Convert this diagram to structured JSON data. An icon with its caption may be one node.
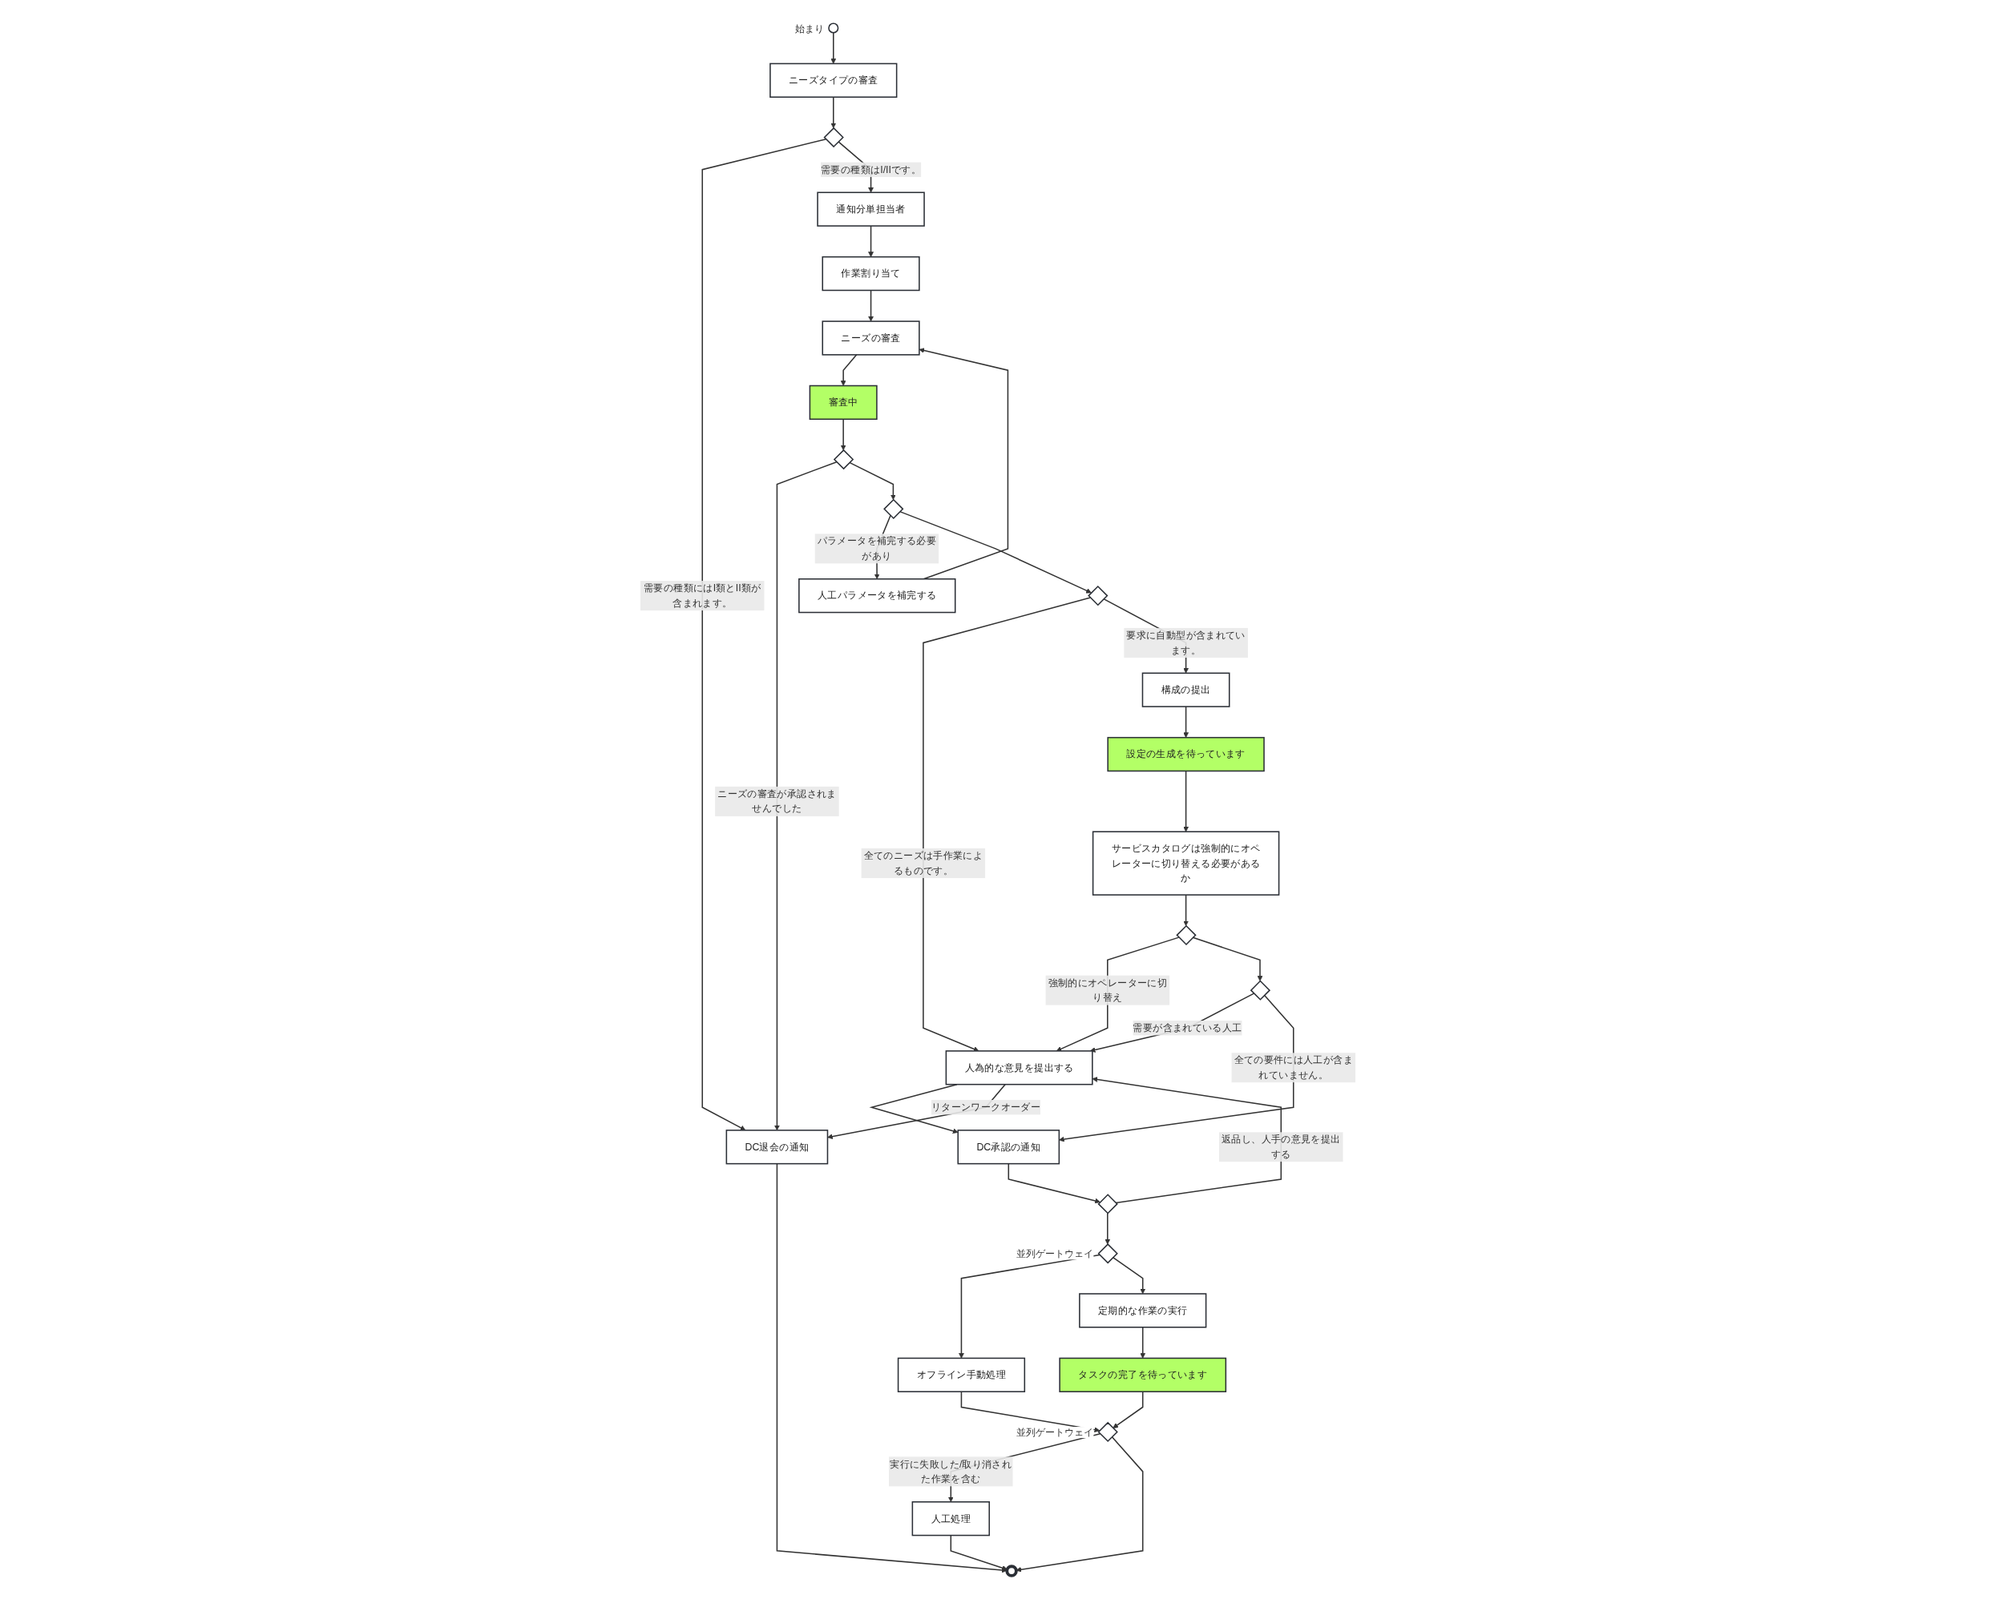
{
  "diagram": {
    "nodes": [
      {
        "text": [],
        "shape": "circle",
        "beside": [
          "始まり"
        ]
      },
      {
        "text": [
          "ニーズタイプの審査"
        ]
      },
      {
        "text": [],
        "shape": "diamond"
      },
      {
        "text": [
          "DC退会の通知"
        ]
      },
      {
        "text": [],
        "shape": "circle"
      },
      {
        "text": [
          "通知分単担当者"
        ]
      },
      {
        "text": [
          "作業割り当て"
        ]
      },
      {
        "text": [
          "人工処理"
        ]
      },
      {
        "text": [
          "ニーズの審査"
        ]
      },
      {
        "text": [
          "審査中"
        ]
      },
      {
        "text": [],
        "shape": "diamond",
        "beside": [
          "並列ゲートウェイ"
        ]
      },
      {
        "text": [],
        "shape": "diamond"
      },
      {
        "text": [
          "人工パラメータを補完する"
        ]
      },
      {
        "text": [],
        "shape": "diamond"
      },
      {
        "text": [
          "タスクの完了を待っています"
        ]
      },
      {
        "text": [],
        "shape": "diamond"
      },
      {
        "text": [
          "構成の提出"
        ]
      },
      {
        "text": [
          "設定の生成を待っています"
        ]
      },
      {
        "text": [
          "サービスカタログは強制的にオペレーターに切り替える必要があるか"
        ]
      },
      {
        "text": [
          "オフライン手動処理"
        ]
      },
      {
        "text": [
          "人為的な意見を提出する"
        ]
      },
      {
        "text": [
          "定期的な作業の実行"
        ]
      },
      {
        "text": [],
        "shape": "diamond"
      },
      {
        "text": [],
        "shape": "diamond"
      },
      {
        "text": [
          "DC承認の通知"
        ]
      },
      {
        "text": [],
        "shape": "diamond"
      },
      {
        "text": [],
        "shape": "diamond",
        "beside": [
          "並列ゲートウェイ"
        ]
      }
    ],
    "edges": [
      {
        "from": 0,
        "to": 1,
        "arrow": "to"
      },
      {
        "from": 1,
        "to": 2,
        "arrow": "to"
      },
      {
        "from": 2,
        "to": 3,
        "arrow": "to",
        "label": "需要の種類にはI類とII類が含まれます。"
      },
      {
        "from": 2,
        "to": 5,
        "arrow": "to",
        "label": "需要の種類はI/IIです。"
      },
      {
        "from": 3,
        "to": 4,
        "arrow": "to"
      },
      {
        "from": 5,
        "to": 6,
        "arrow": "to"
      },
      {
        "from": 6,
        "to": 8,
        "arrow": "to"
      },
      {
        "from": 8,
        "to": 9,
        "arrow": "to"
      },
      {
        "from": 9,
        "to": 11,
        "arrow": "to"
      },
      {
        "from": 11,
        "to": 3,
        "arrow": "to",
        "label": "ニーズの審査が承認されませんでした"
      },
      {
        "from": 11,
        "to": 13,
        "arrow": "to"
      },
      {
        "from": 13,
        "to": 12,
        "arrow": "to",
        "label": "パラメータを補完する必要があり"
      },
      {
        "from": 12,
        "to": 8,
        "arrow": "to"
      },
      {
        "from": 13,
        "to": 15,
        "arrow": "to"
      },
      {
        "from": 15,
        "to": 20,
        "arrow": "to",
        "label": "全てのニーズは手作業によるものです。"
      },
      {
        "from": 15,
        "to": 16,
        "arrow": "to",
        "label": "要求に自動型が含まれています。"
      },
      {
        "from": 16,
        "to": 17,
        "arrow": "to"
      },
      {
        "from": 17,
        "to": 18,
        "arrow": "to"
      },
      {
        "from": 18,
        "to": 22,
        "arrow": "to"
      },
      {
        "from": 22,
        "to": 20,
        "arrow": "to",
        "label": "強制的にオペレーターに切り替え"
      },
      {
        "from": 22,
        "to": 23,
        "arrow": "to"
      },
      {
        "from": 23,
        "to": 20,
        "arrow": "to",
        "label": "需要が含まれている人工"
      },
      {
        "from": 23,
        "to": 24,
        "arrow": "to",
        "label": "全ての要件には人工が含まれていません。"
      },
      {
        "from": 20,
        "to": 24,
        "arrow": "to"
      },
      {
        "from": 24,
        "to": 25,
        "arrow": "to"
      },
      {
        "from": 25,
        "to": 26,
        "arrow": "to"
      },
      {
        "from": 25,
        "to": 20,
        "arrow": "to",
        "label": "返品し、人手の意見を提出する"
      },
      {
        "from": 20,
        "to": 3,
        "arrow": "to",
        "label": "リターンワークオーダー"
      },
      {
        "from": 26,
        "to": 19,
        "arrow": "to"
      },
      {
        "from": 26,
        "to": 21,
        "arrow": "to"
      },
      {
        "from": 19,
        "to": 10,
        "arrow": "to"
      },
      {
        "from": 21,
        "to": 14,
        "arrow": "to"
      },
      {
        "from": 14,
        "to": 10,
        "arrow": "to"
      },
      {
        "from": 10,
        "to": 7,
        "arrow": "to",
        "label": "実行に失敗した/取り消された作業を含む"
      },
      {
        "from": 10,
        "to": 4,
        "arrow": "to"
      },
      {
        "from": 7,
        "to": 4,
        "arrow": "to"
      }
    ]
  }
}
